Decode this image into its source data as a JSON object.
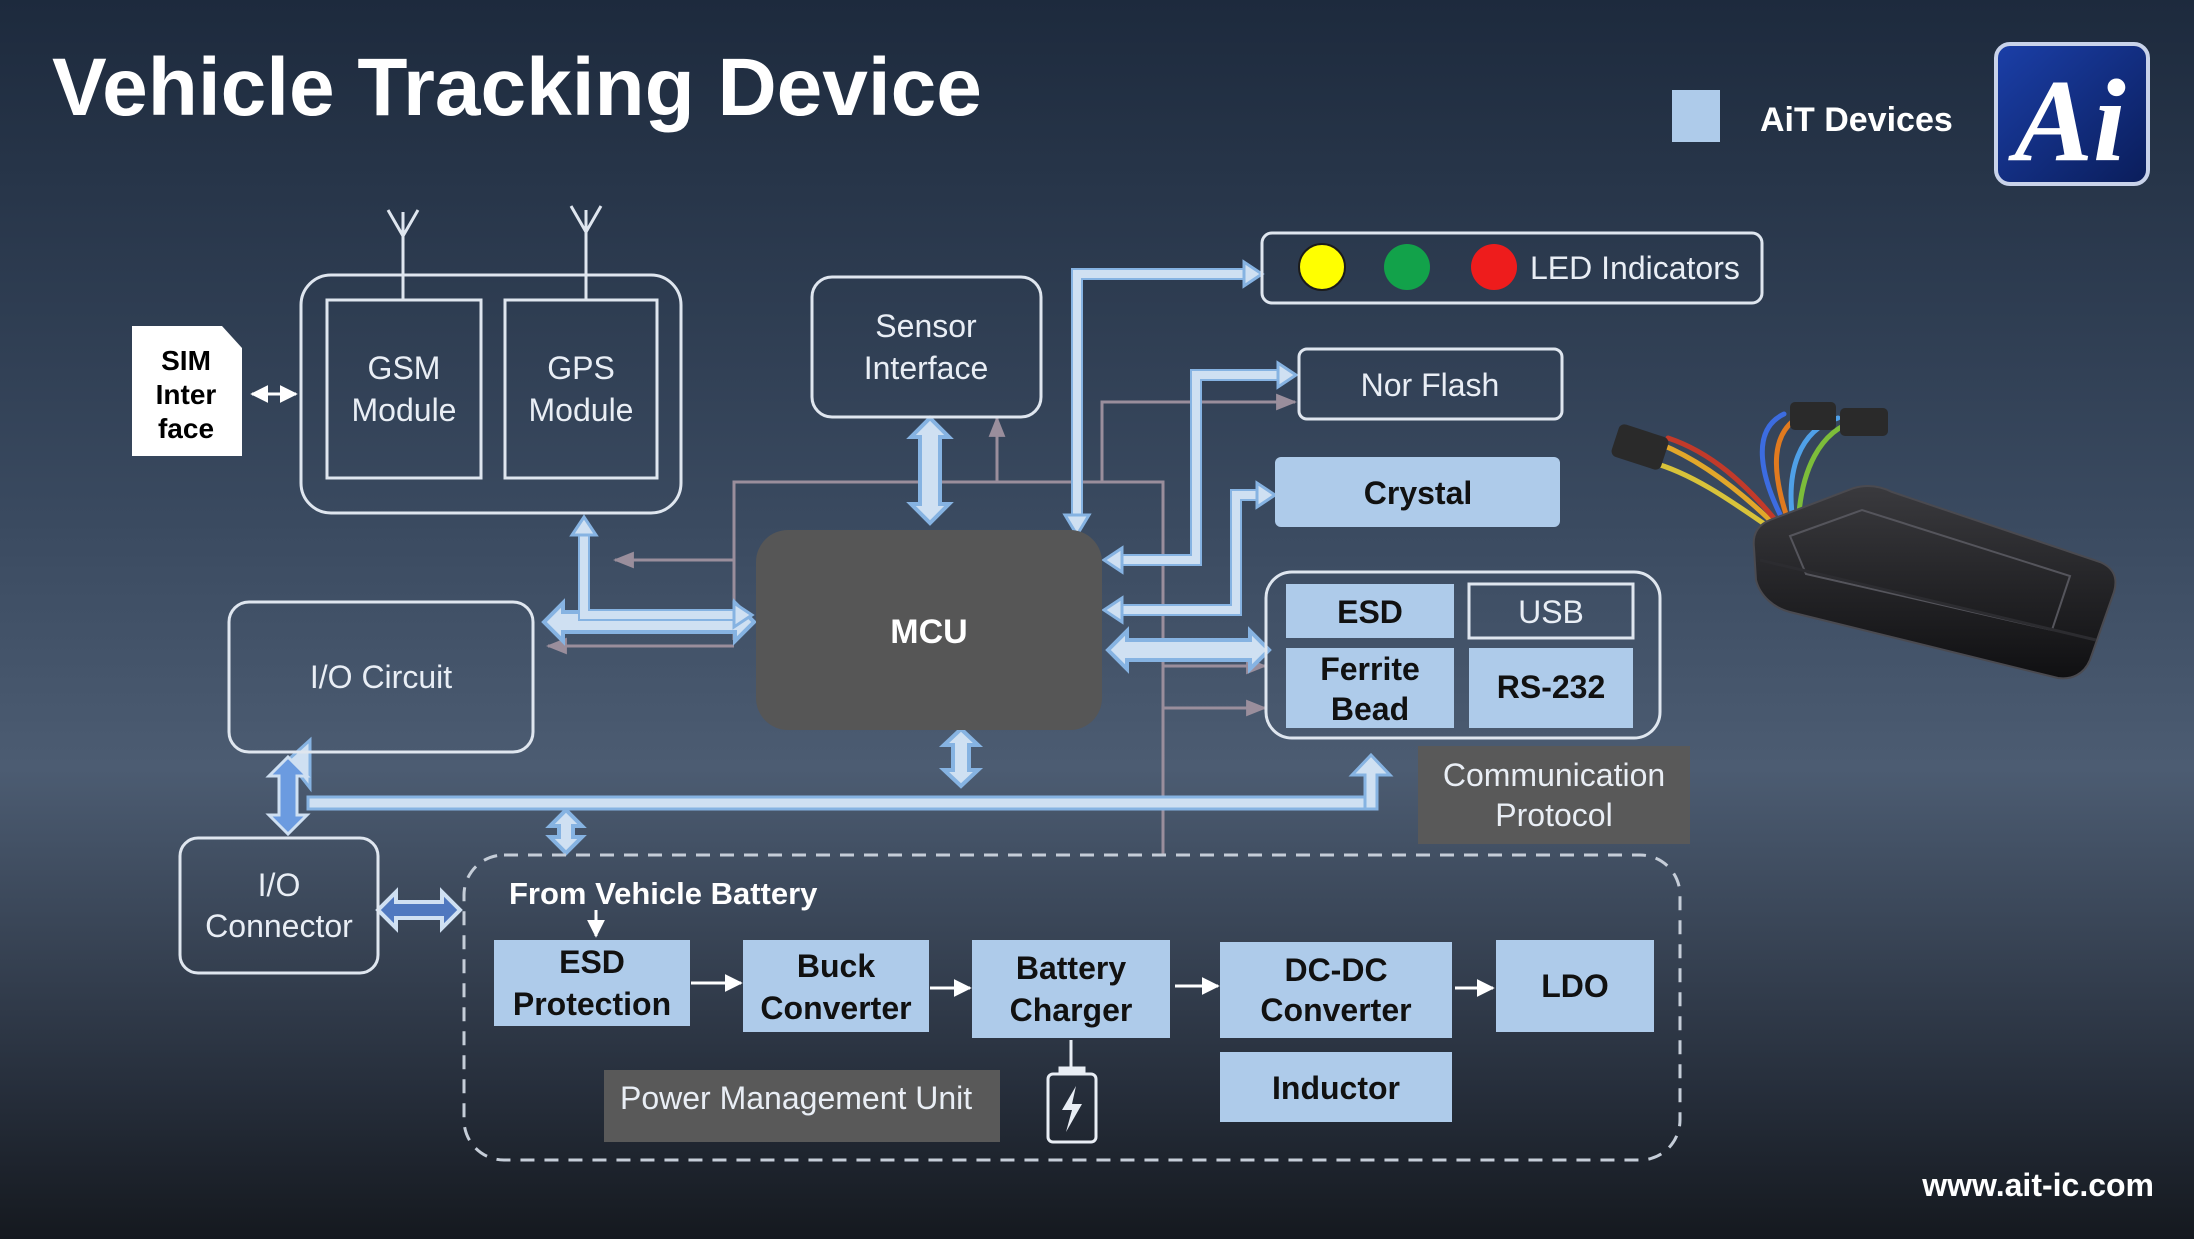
{
  "title": "Vehicle Tracking Device",
  "legend": {
    "label": "AiT Devices",
    "swatch_color": "#aecbea"
  },
  "logo": {
    "text": "Ai",
    "icon": "ait-logo-icon"
  },
  "website": "www.ait-ic.com",
  "colors": {
    "device_fill": "#aecbea",
    "arrow_fill": "#cfe0f2",
    "arrow_stroke": "#86b3e2",
    "thin_line": "#9a8e9c",
    "mcu_fill": "#565656",
    "tag_fill": "#595959",
    "led_yellow": "#ffff00",
    "led_green": "#12a24a",
    "led_red": "#ee1c1c"
  },
  "blocks": {
    "sim": {
      "lines": [
        "SIM",
        "Inter",
        "face"
      ]
    },
    "gsm": {
      "lines": [
        "GSM",
        "Module"
      ]
    },
    "gps": {
      "lines": [
        "GPS",
        "Module"
      ]
    },
    "sensor": {
      "lines": [
        "Sensor",
        "Interface"
      ]
    },
    "led": {
      "label": "LED Indicators"
    },
    "nor_flash": {
      "label": "Nor Flash"
    },
    "crystal": {
      "label": "Crystal"
    },
    "mcu": {
      "label": "MCU"
    },
    "io_circuit": {
      "label": "I/O Circuit"
    },
    "io_connector": {
      "lines": [
        "I/O",
        "Connector"
      ]
    },
    "esd_comm": {
      "label": "ESD"
    },
    "usb": {
      "label": "USB"
    },
    "ferrite": {
      "lines": [
        "Ferrite",
        "Bead"
      ]
    },
    "rs232": {
      "label": "RS-232"
    },
    "comm_protocol": {
      "lines": [
        "Communication",
        "Protocol"
      ]
    }
  },
  "power": {
    "source_label": "From Vehicle Battery",
    "esd": {
      "lines": [
        "ESD",
        "Protection"
      ]
    },
    "buck": {
      "lines": [
        "Buck",
        "Converter"
      ]
    },
    "charger": {
      "lines": [
        "Battery",
        "Charger"
      ]
    },
    "dcdc": {
      "lines": [
        "DC-DC",
        "Converter"
      ]
    },
    "ldo": {
      "label": "LDO"
    },
    "inductor": {
      "label": "Inductor"
    },
    "pmu_label": "Power Management Unit",
    "battery_icon": "battery-icon"
  },
  "device_photo": {
    "icon": "gps-tracker-device-icon"
  }
}
